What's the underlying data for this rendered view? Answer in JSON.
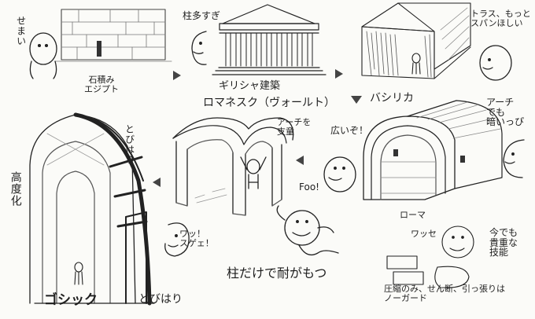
{
  "colors": {
    "ink": "#222222",
    "paper": "#fbfbf8",
    "shade": "#9a9a96"
  },
  "egypt": {
    "narrow": "せまい",
    "caption": "石積み\nエジプト"
  },
  "greece": {
    "too_many_pillars": "柱多すぎ",
    "caption": "ギリシャ建築"
  },
  "basilica": {
    "want_more": "トラス、もっと\nスパンほしい",
    "caption": "バシリカ"
  },
  "romanesque": {
    "caption": "ロマネスク（ヴォールト）",
    "arch_support": "アーチを\n支童",
    "foo": "Foo!",
    "pillars_only": "柱だけで耐がもつ"
  },
  "rome": {
    "wide": "広いぞ！",
    "arch_bright": "アーチ\nでも\n暗いっぴ",
    "label": "ローマ",
    "fusse": "ワッセ",
    "still_important": "今でも\n貴重な\n技能",
    "footnote": "圧縮のみ、せん断、引っ張りは\nノーガード"
  },
  "gothic": {
    "tall": "高度化",
    "caption": "ゴシック",
    "flying": "とびはり",
    "flying_vertical": "とびはり",
    "wow": "ワッ！\nスゲェ！"
  },
  "icons": [
    "arrow-right-icon",
    "arrow-down-icon",
    "arrow-left-icon"
  ]
}
